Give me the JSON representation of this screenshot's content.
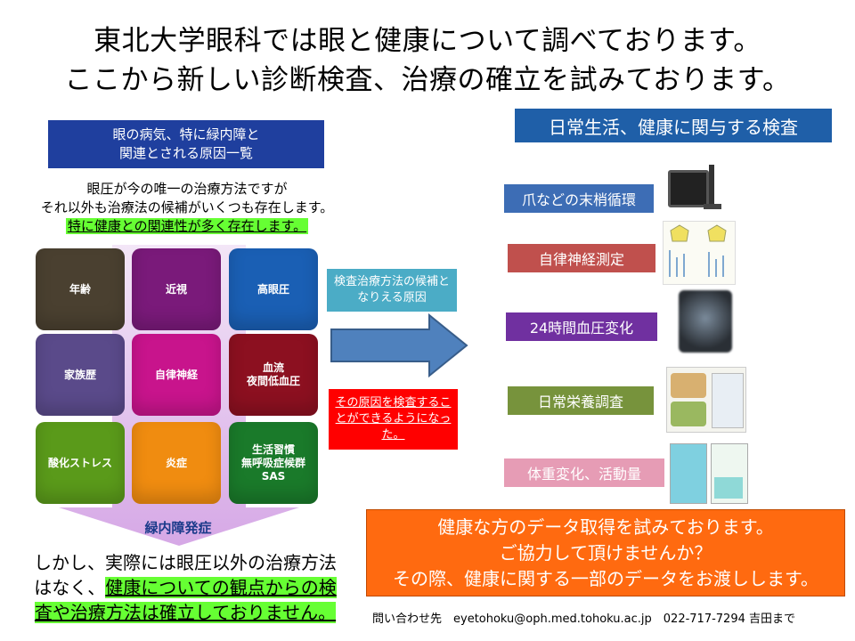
{
  "title": {
    "line1": "東北大学眼科では眼と健康について調べております。",
    "line2": "ここから新しい診断検査、治療の確立を試みております。"
  },
  "left": {
    "header_line1": "眼の病気、特に緑内障と",
    "header_line2": "関連とされる原因一覧",
    "desc_line1": "眼圧が今の唯一の治療方法ですが",
    "desc_line2": "それ以外も治療法の候補がいくつも存在します。",
    "desc_highlight": "特に健康との関連性が多く存在します。",
    "tiles": [
      {
        "label": "年齢",
        "color": "#4a4030"
      },
      {
        "label": "近視",
        "color": "#7a1a7a"
      },
      {
        "label": "高眼圧",
        "color": "#1a5fb4"
      },
      {
        "label": "家族歴",
        "color": "#5a4a8a"
      },
      {
        "label": "自律神経",
        "color": "#c8148c"
      },
      {
        "label": "血流\n夜間低血圧",
        "color": "#8c1020"
      },
      {
        "label": "酸化ストレス",
        "color": "#5a9a1a"
      },
      {
        "label": "炎症",
        "color": "#f08c10"
      },
      {
        "label": "生活習慣\n無呼吸症候群\nSAS",
        "color": "#1a7a2a"
      }
    ],
    "bottom_banner": "緑内障発症",
    "footer_line1": "しかし、実際には眼圧以外の治療方法",
    "footer_line2_a": "はなく、",
    "footer_line2_b": "健康についての観点からの検",
    "footer_line3": "査や治療方法は確立しておりません。"
  },
  "middle": {
    "cyan_box": "検査治療方法の候補となりえる原因",
    "red_box": "その原因を検査することができるようになった。"
  },
  "right": {
    "header": "日常生活、健康に関与する検査",
    "exams": [
      {
        "label": "爪などの末梢循環",
        "color": "#3d6db5"
      },
      {
        "label": "自律神経測定",
        "color": "#c0504d"
      },
      {
        "label": "24時間血圧変化",
        "color": "#7030a0"
      },
      {
        "label": "日常栄養調査",
        "color": "#77933c"
      },
      {
        "label": "体重変化、活動量",
        "color": "#e69cb5"
      }
    ]
  },
  "callout": {
    "line1": "健康な方のデータ取得を試みております。",
    "line2": "ご協力して頂けませんか？",
    "line3": "その際、健康に関する一部のデータをお渡しします。"
  },
  "contact": {
    "text": "問い合わせ先　eyetohoku@oph.med.tohoku.ac.jp　022-717-7294  吉田まで"
  }
}
